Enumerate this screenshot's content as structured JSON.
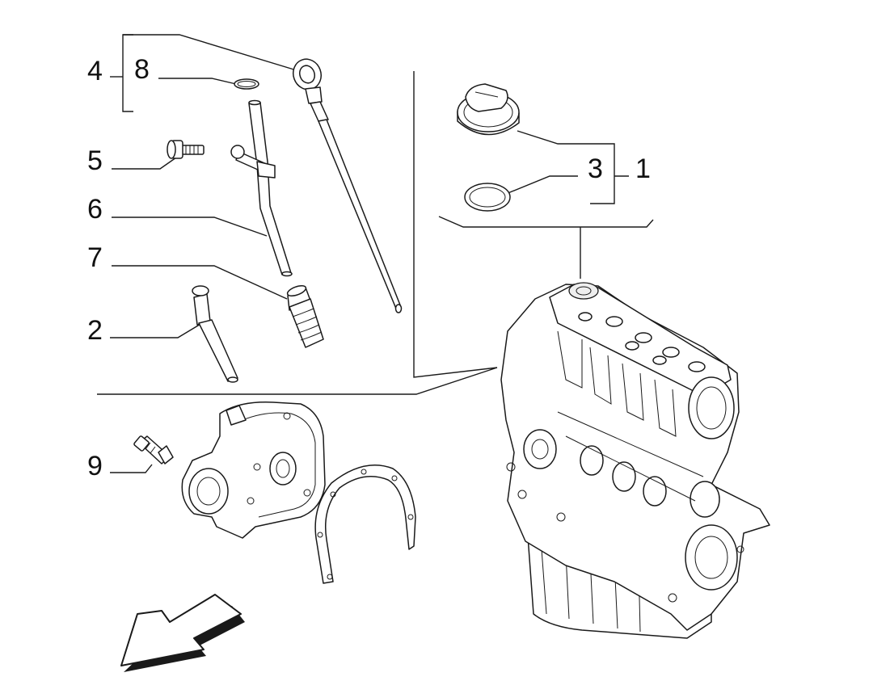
{
  "callouts": {
    "label_1": "1",
    "label_2": "2",
    "label_3": "3",
    "label_4": "4",
    "label_5": "5",
    "label_6": "6",
    "label_7": "7",
    "label_8": "8",
    "label_9": "9"
  },
  "colors": {
    "line": "#1a1a1a",
    "text": "#111111",
    "background": "#ffffff"
  },
  "icons": {
    "direction_arrow": "front-direction-arrow-icon"
  }
}
